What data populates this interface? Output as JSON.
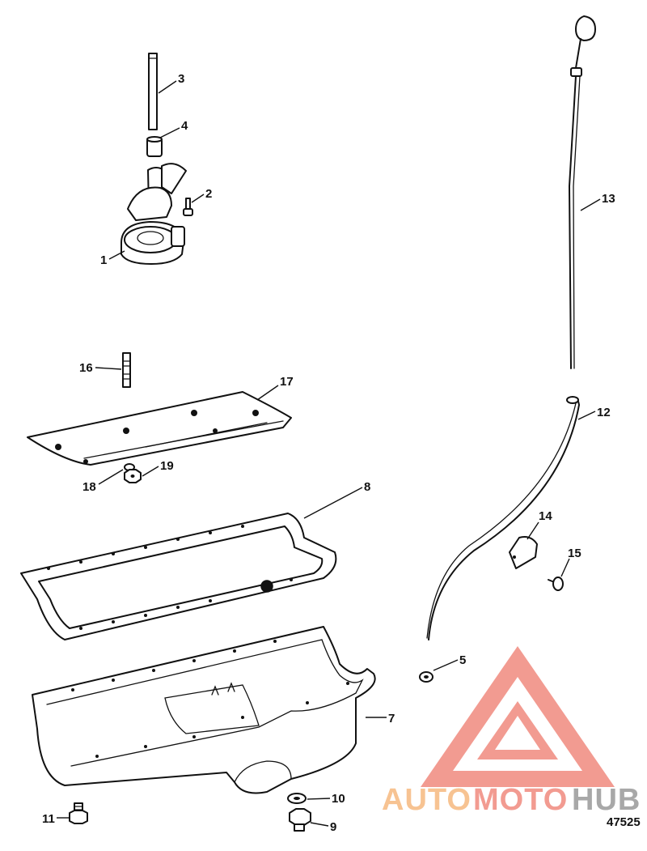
{
  "figure_number": "47525",
  "watermark": {
    "brand_auto": "AUTO",
    "brand_moto": "MOTO",
    "brand_hub": "HUB",
    "color_red": "#f08a7e",
    "color_orange": "#f6b980",
    "color_gray": "#9a9a9a"
  },
  "parts": {
    "p1": "1",
    "p2": "2",
    "p3": "3",
    "p4": "4",
    "p5": "5",
    "p7": "7",
    "p8": "8",
    "p9": "9",
    "p10": "10",
    "p11": "11",
    "p12": "12",
    "p13": "13",
    "p14": "14",
    "p15": "15",
    "p16": "16",
    "p17": "17",
    "p18": "18",
    "p19": "19"
  }
}
